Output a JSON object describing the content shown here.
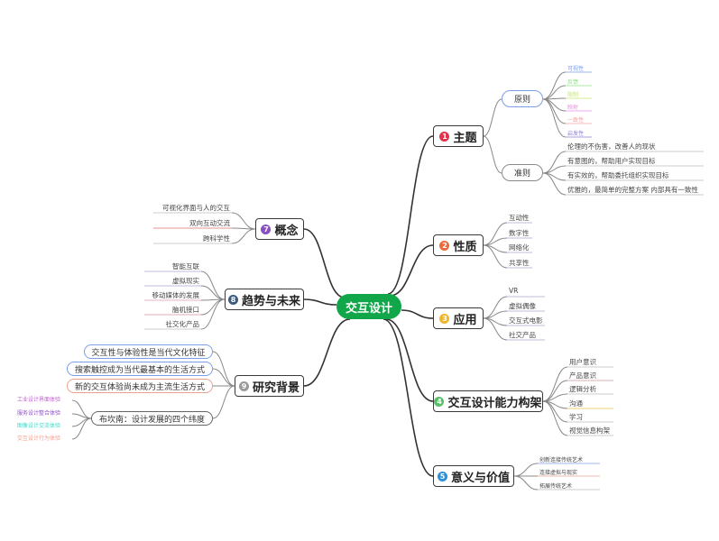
{
  "root": {
    "label": "交互设计",
    "color": "#12a64a"
  },
  "branches": {
    "theme": {
      "number": "1",
      "label": "主题",
      "badge_color": "#e0344a",
      "principles": {
        "label": "原则",
        "items": [
          {
            "label": "可视性",
            "color": "#7b9ee8"
          },
          {
            "label": "反馈",
            "color": "#8ee08a"
          },
          {
            "label": "限制",
            "color": "#c5e86c"
          },
          {
            "label": "映射",
            "color": "#e890e0"
          },
          {
            "label": "一致性",
            "color": "#f2a0a0"
          },
          {
            "label": "启发性",
            "color": "#9080d8"
          }
        ]
      },
      "guidelines": {
        "label": "准则",
        "items": [
          "伦理的不伤害，改善人的现状",
          "有意图的，帮助用户实现目标",
          "有实效的，帮助委托组织实现目标",
          "优雅的，最简单的完整方案 内部具有一致性"
        ]
      }
    },
    "nature": {
      "number": "2",
      "label": "性质",
      "badge_color": "#ec6a3c",
      "items": [
        "互动性",
        "数字性",
        "网络化",
        "共享性"
      ]
    },
    "application": {
      "number": "3",
      "label": "应用",
      "badge_color": "#f2b52a",
      "items": [
        "VR",
        "虚拟偶像",
        "交互式电影",
        "社交产品"
      ]
    },
    "capability": {
      "number": "4",
      "label": "交互设计能力构架",
      "badge_color": "#5bbf6a",
      "items": [
        "用户意识",
        "产品意识",
        "逻辑分析",
        "沟通",
        "学习",
        "视觉信息构架"
      ]
    },
    "meaning": {
      "number": "5",
      "label": "意义与价值",
      "badge_color": "#2d8fd8",
      "items": [
        "创新连接传统艺术",
        "连接虚拟与现实",
        "拓展传统艺术"
      ]
    },
    "concept": {
      "number": "7",
      "label": "概念",
      "badge_color": "#8a4fc0",
      "items": [
        "可视化界面与人的交互",
        "双向互动交流",
        "跨科学性"
      ]
    },
    "trend": {
      "number": "8",
      "label": "趋势与未来",
      "badge_color": "#3d5a80",
      "items": [
        "智能互联",
        "虚拟现实",
        "移动媒体的发展",
        "脑机接口",
        "社交化产品"
      ]
    },
    "background": {
      "number": "9",
      "label": "研究背景",
      "badge_color": "#9a9a9a",
      "items": [
        {
          "label": "交互性与体验性是当代文化特征",
          "color": "#7b9ee8"
        },
        {
          "label": "搜索触控成为当代最基本的生活方式",
          "color": "#7b9ee8"
        },
        {
          "label": "新的交互体验尚未成为主流生活方式",
          "color": "#e8a090"
        }
      ],
      "dimensions": {
        "label": "布坎南：设计发展的四个纬度",
        "items": [
          {
            "label": "工业设计界面体验",
            "color": "#c060d0"
          },
          {
            "label": "服务设计整合体验",
            "color": "#9050c8"
          },
          {
            "label": "图像设计交流体验",
            "color": "#40d8c8"
          },
          {
            "label": "交互设计行为体验",
            "color": "#f0a090"
          }
        ]
      }
    }
  }
}
